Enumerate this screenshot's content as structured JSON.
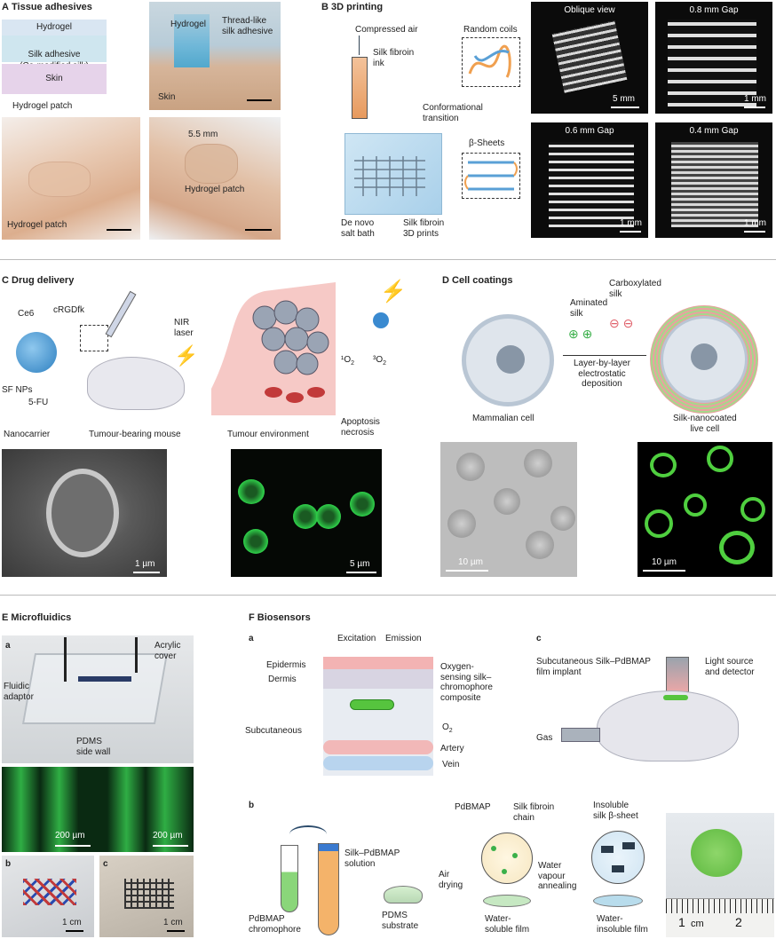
{
  "panel_a": {
    "letter": "A",
    "title": "Tissue adhesives",
    "layers": [
      "Hydrogel",
      "Silk adhesive\n(Ca-modified silk)",
      "Skin"
    ],
    "patch_caption": "Hydrogel patch",
    "photo_labels": {
      "hydrogel": "Hydrogel",
      "thread": "Thread-like\nsilk adhesive",
      "skin": "Skin",
      "patch1": "Hydrogel patch",
      "patch2": "Hydrogel patch",
      "gap": "5.5 mm"
    }
  },
  "panel_b": {
    "letter": "B",
    "title": "3D printing",
    "labels": {
      "air": "Compressed air",
      "ink": "Silk fibroin\nink",
      "coils": "Random coils",
      "conf": "Conformational\ntransition",
      "sheets": "β-Sheets",
      "bath": "De novo\nsalt bath",
      "prints": "Silk fibroin\n3D prints"
    },
    "views": [
      {
        "title": "Oblique view",
        "scale": "5 mm"
      },
      {
        "title": "0.8 mm Gap",
        "scale": "1 mm"
      },
      {
        "title": "0.6 mm Gap",
        "scale": "1 mm"
      },
      {
        "title": "0.4 mm Gap",
        "scale": "1 mm"
      }
    ]
  },
  "panel_c": {
    "letter": "C",
    "title": "Drug delivery",
    "labels": {
      "ce6": "Ce6",
      "crgd": "cRGDfk",
      "sfnp": "SF NPs",
      "fu": "5-FU",
      "nir": "NIR\nlaser",
      "o2a": "¹O",
      "o2b": "³O",
      "sub2": "2",
      "nano": "Nanocarrier",
      "mouse": "Tumour-bearing mouse",
      "env": "Tumour environment",
      "apop": "Apoptosis\nnecrosis"
    },
    "scales": [
      "1 µm",
      "5 µm"
    ]
  },
  "panel_d": {
    "letter": "D",
    "title": "Cell coatings",
    "labels": {
      "aminated": "Aminated\nsilk",
      "carboxylated": "Carboxylated\nsilk",
      "lbl": "Layer-by-layer\nelectrostatic\ndeposition",
      "mammalian": "Mammalian cell",
      "coated": "Silk-nanocoated\nlive cell"
    },
    "scales": [
      "10 µm",
      "10 µm"
    ]
  },
  "panel_e": {
    "letter": "E",
    "title": "Microfluidics",
    "sub_a": "a",
    "sub_b": "b",
    "sub_c": "c",
    "labels": {
      "acrylic": "Acrylic\ncover",
      "fluidic": "Fluidic\nadaptor",
      "pdms": "PDMS\nside wall"
    },
    "scales": [
      "200 µm",
      "200 µm",
      "1 cm",
      "1 cm"
    ]
  },
  "panel_f": {
    "letter": "F",
    "title": "Biosensors",
    "sub_a": "a",
    "sub_b": "b",
    "sub_c": "c",
    "skin": {
      "excitation": "Excitation",
      "emission": "Emission",
      "epidermis": "Epidermis",
      "dermis": "Dermis",
      "subcutaneous": "Subcutaneous",
      "composite": "Oxygen-\nsensing silk–\nchromophore\ncomposite",
      "o2": "O",
      "o2sub": "2",
      "artery": "Artery",
      "vein": "Vein"
    },
    "mouse": {
      "implant": "Subcutaneous Silk–PdBMAP\nfilm implant",
      "light": "Light source\nand detector",
      "gas": "Gas"
    },
    "process": {
      "chromophore": "PdBMAP\nchromophore",
      "solution": "Silk–PdBMAP\nsolution",
      "substrate": "PDMS\nsubstrate",
      "air": "Air\ndrying",
      "pdbmap": "PdBMAP",
      "chain": "Silk fibroin\nchain",
      "soluble": "Water-\nsoluble film",
      "annealing": "Water\nvapour\nannealing",
      "insoluble_sheet": "Insoluble\nsilk β-sheet",
      "insoluble": "Water-\ninsoluble film"
    },
    "ruler": {
      "a": "1",
      "b": "cm",
      "c": "2"
    }
  }
}
